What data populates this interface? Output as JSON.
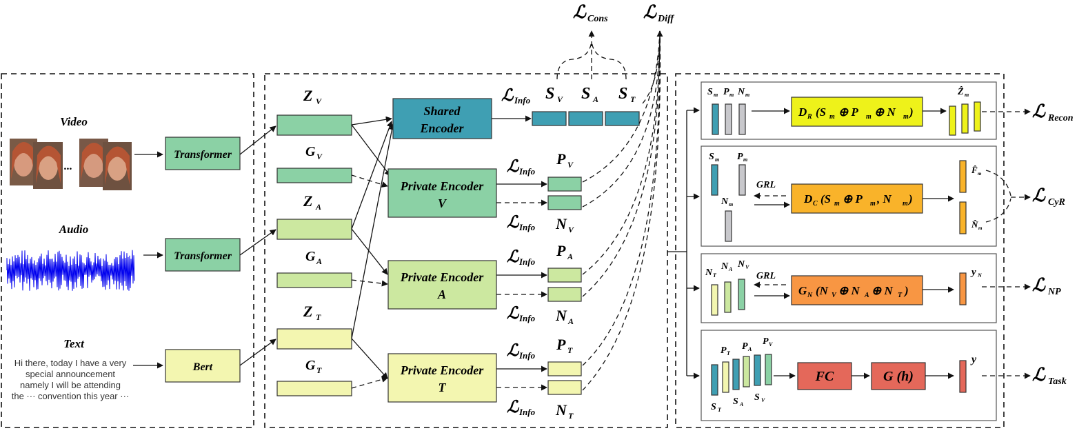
{
  "colors": {
    "teal": "#3f9fb3",
    "mint": "#8bd1a5",
    "lime": "#cce8a0",
    "pale": "#f3f6b0",
    "yellow": "#eef21a",
    "gold": "#f9b32a",
    "orange": "#f89643",
    "red": "#e4685a",
    "grey": "#c8c8cc",
    "waveform": "#0000ee"
  },
  "inputs": {
    "video": "Video",
    "audio": "Audio",
    "text": "Text",
    "ellipsis": "...",
    "text_lines": [
      "Hi there, today I have a very",
      "special announcement",
      "namely I will be attending",
      "the ··· convention this year ···"
    ]
  },
  "extractors": {
    "video": "Transformer",
    "audio": "Transformer",
    "text": "Bert"
  },
  "features": {
    "zv": "Z",
    "zv_sub": "V",
    "gv": "G",
    "gv_sub": "V",
    "za": "Z",
    "za_sub": "A",
    "ga": "G",
    "ga_sub": "A",
    "zt": "Z",
    "zt_sub": "T",
    "gt": "G",
    "gt_sub": "T"
  },
  "encoders": {
    "shared_1": "Shared",
    "shared_2": "Encoder",
    "pv_1": "Private Encoder",
    "pv_2": "V",
    "pa_1": "Private Encoder",
    "pa_2": "A",
    "pt_1": "Private Encoder",
    "pt_2": "T"
  },
  "losses": {
    "script_l": "ℒ",
    "cons": "Cons",
    "diff": "Diff",
    "info": "Info",
    "recon": "Recon",
    "cyr": "CyR",
    "np": "NP",
    "task": "Task"
  },
  "reps": {
    "s": "S",
    "p": "P",
    "n": "N",
    "v": "V",
    "a": "A",
    "t": "T",
    "m": "m"
  },
  "decoders": {
    "dr": "D",
    "dr_sub": "R",
    "dr_args": "(S",
    "dr_rest": "⊕ P",
    "dr_rest2": "⊕ N",
    "dc": "D",
    "dc_sub": "C",
    "dc_args": "(S",
    "dc_rest": "⊕ P",
    "dc_rest2": ", N",
    "gn": "G",
    "gn_sub": "N",
    "gn_args": "(N",
    "gn_rest": "⊕ N",
    "gn_rest2": "⊕ N",
    "fc": "FC",
    "gh": "G (h)",
    "close": ")"
  },
  "misc": {
    "grl": "GRL",
    "zhat": "Ẑ",
    "fhat": "F̂",
    "nhat": "N̂",
    "yn": "y",
    "yn_sub": "N",
    "y": "y"
  }
}
